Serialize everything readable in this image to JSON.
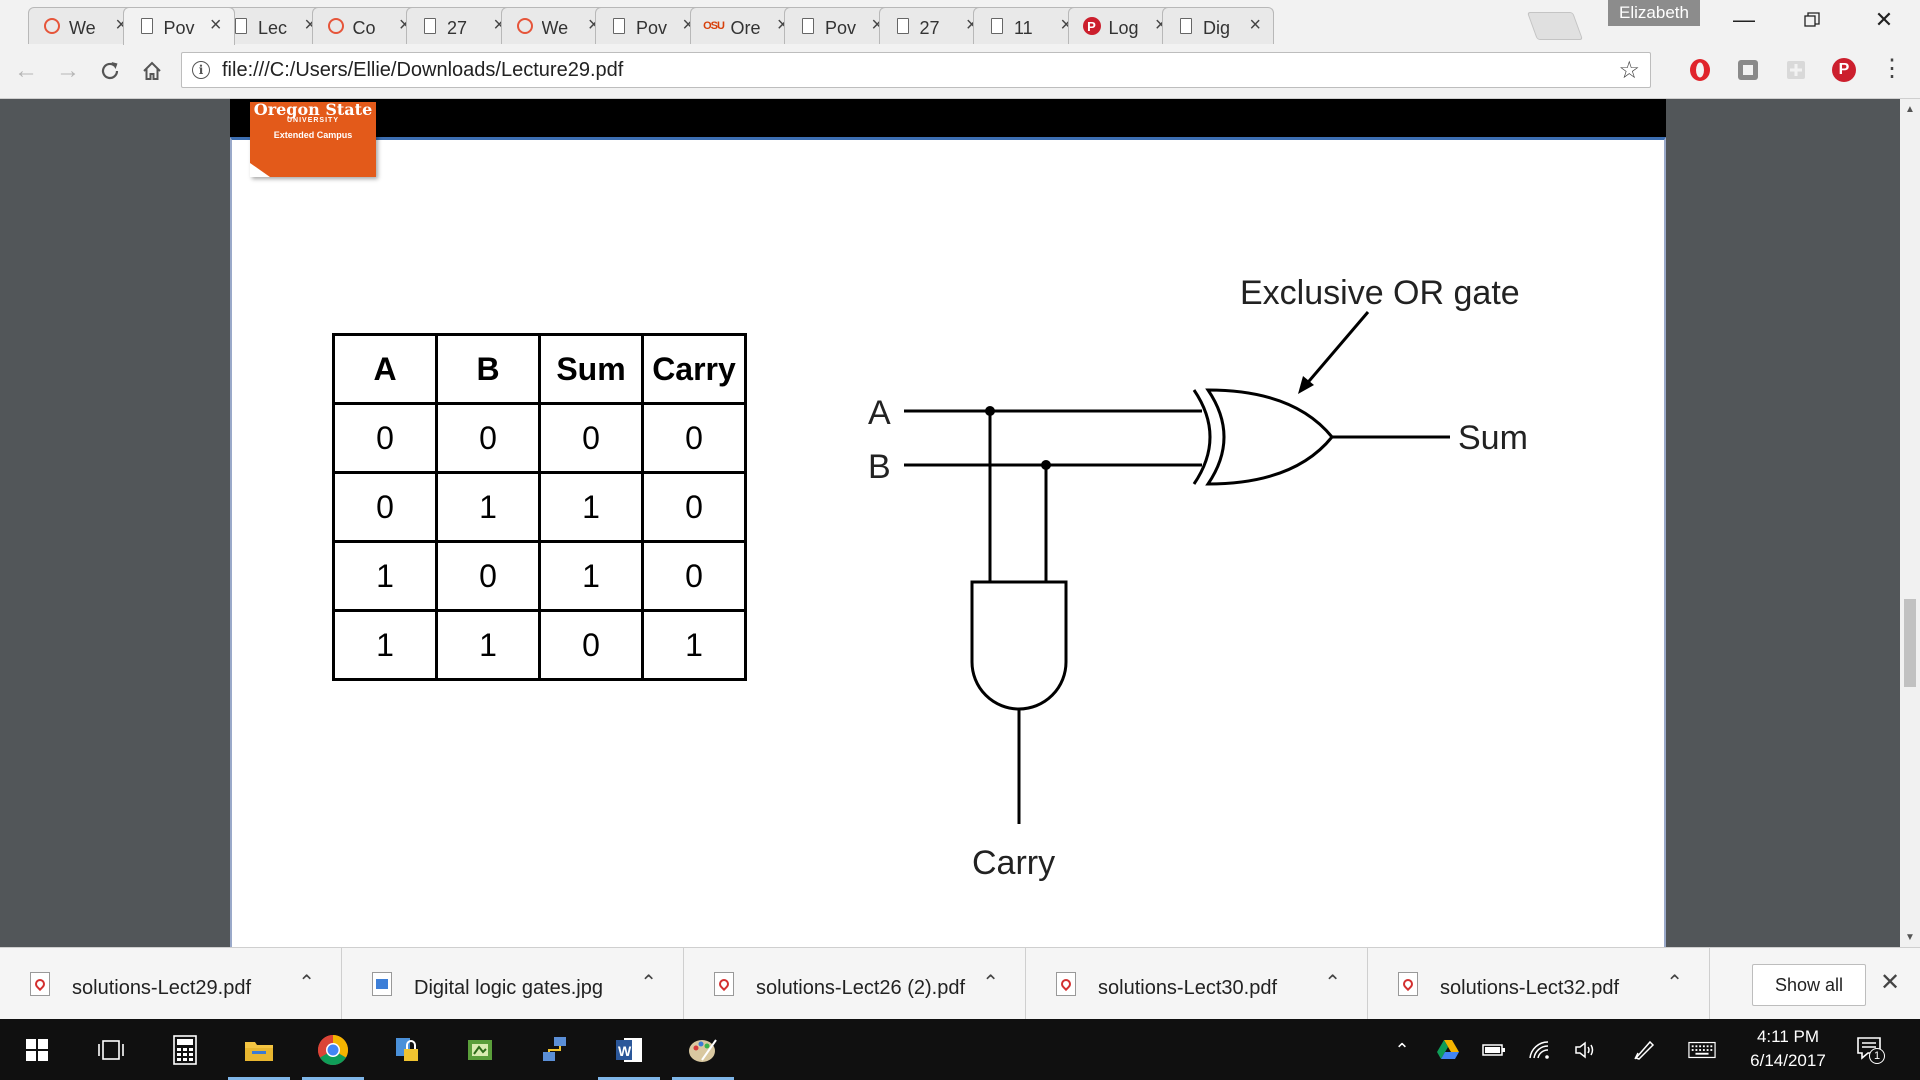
{
  "browser": {
    "profile_name": "Elizabeth",
    "url": "file:///C:/Users/Ellie/Downloads/Lecture29.pdf",
    "tabs": [
      {
        "title": "We",
        "icon": "osu-logo-icon",
        "active": false
      },
      {
        "title": "Pov",
        "icon": "document-icon",
        "active": true
      },
      {
        "title": "Lec",
        "icon": "document-icon",
        "active": false
      },
      {
        "title": "Co",
        "icon": "osu-logo-icon",
        "active": false
      },
      {
        "title": "27",
        "icon": "document-icon",
        "active": false
      },
      {
        "title": "We",
        "icon": "osu-logo-icon",
        "active": false
      },
      {
        "title": "Pov",
        "icon": "document-icon",
        "active": false
      },
      {
        "title": "Ore",
        "icon": "osu-wordmark-icon",
        "active": false
      },
      {
        "title": "Pov",
        "icon": "document-icon",
        "active": false
      },
      {
        "title": "27",
        "icon": "document-icon",
        "active": false
      },
      {
        "title": "11",
        "icon": "document-icon",
        "active": false
      },
      {
        "title": "Log",
        "icon": "pinterest-icon",
        "active": false
      },
      {
        "title": "Dig",
        "icon": "document-icon",
        "active": false
      }
    ]
  },
  "document": {
    "logo": {
      "line1": "Oregon State",
      "line2": "UNIVERSITY",
      "line3": "Extended Campus"
    },
    "truth_table": {
      "headers": [
        "A",
        "B",
        "Sum",
        "Carry"
      ],
      "rows": [
        [
          "0",
          "0",
          "0",
          "0"
        ],
        [
          "0",
          "1",
          "1",
          "0"
        ],
        [
          "1",
          "0",
          "1",
          "0"
        ],
        [
          "1",
          "1",
          "0",
          "1"
        ]
      ]
    },
    "circuit": {
      "input_a": "A",
      "input_b": "B",
      "output_sum": "Sum",
      "output_carry": "Carry",
      "xor_annotation": "Exclusive OR gate"
    }
  },
  "downloads": {
    "items": [
      {
        "name": "solutions-Lect29.pdf",
        "type": "pdf"
      },
      {
        "name": "Digital logic gates.jpg",
        "type": "image"
      },
      {
        "name": "solutions-Lect26 (2).pdf",
        "type": "pdf"
      },
      {
        "name": "solutions-Lect30.pdf",
        "type": "pdf"
      },
      {
        "name": "solutions-Lect32.pdf",
        "type": "pdf"
      }
    ],
    "show_all_label": "Show all"
  },
  "taskbar": {
    "time": "4:11 PM",
    "date": "6/14/2017",
    "notification_count": "1",
    "pinned": [
      "windows-start-icon",
      "task-view-icon",
      "calculator-icon",
      "file-explorer-icon",
      "chrome-icon",
      "lock-app-icon",
      "green-app-icon",
      "network-app-icon",
      "word-icon",
      "paint-icon"
    ]
  },
  "colors": {
    "osu_orange": "#e35a1a",
    "page_border": "#3d6fb2",
    "pinterest_red": "#cc1f2d"
  }
}
